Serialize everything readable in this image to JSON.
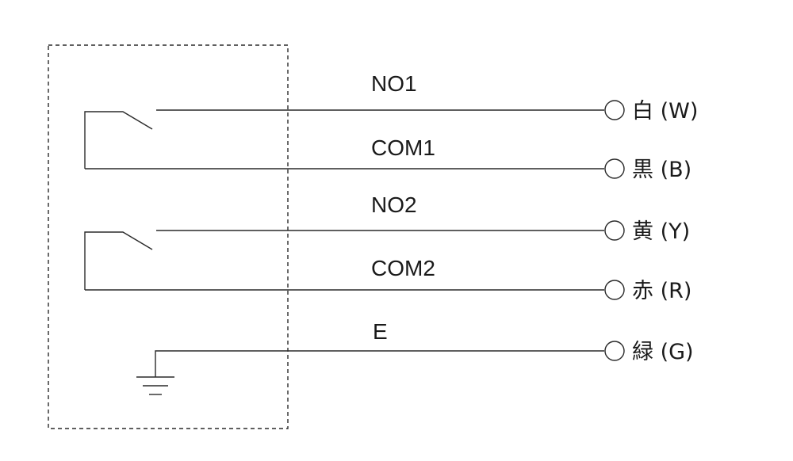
{
  "wires": [
    {
      "label": "NO1",
      "terminal": "白 (W)"
    },
    {
      "label": "COM1",
      "terminal": "黒 (B)"
    },
    {
      "label": "NO2",
      "terminal": "黄 (Y)"
    },
    {
      "label": "COM2",
      "terminal": "赤 (R)"
    },
    {
      "label": "E",
      "terminal": "緑 (G)"
    }
  ],
  "colors": {
    "line": "#2a2a2a",
    "text": "#1a1a1a",
    "background": "#ffffff"
  }
}
